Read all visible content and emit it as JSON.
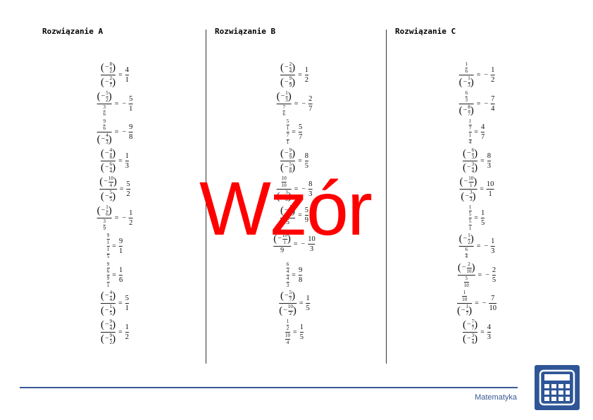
{
  "columns": [
    {
      "title": "Rozwiązanie A",
      "rows": [
        {
          "l": {
            "n": "(−8/2)",
            "d": "(−2/7)"
          },
          "r": {
            "s": "",
            "n": "4",
            "d": "1"
          }
        },
        {
          "l": {
            "n": "(−5/2)",
            "d": "3/6"
          },
          "r": {
            "s": "−",
            "n": "5",
            "d": "1"
          }
        },
        {
          "l": {
            "n": "9/6",
            "d": "(−4/3)"
          },
          "r": {
            "s": "−",
            "n": "9",
            "d": "8"
          }
        },
        {
          "l": {
            "n": "(−4/8)",
            "d": "(−6/4)"
          },
          "r": {
            "s": "",
            "n": "1",
            "d": "3"
          }
        },
        {
          "l": {
            "n": "(−10/4)",
            "d": "(−5/5)"
          },
          "r": {
            "s": "",
            "n": "5",
            "d": "2"
          }
        },
        {
          "l": {
            "n": "(−1/6)",
            "d": "3/9"
          },
          "r": {
            "s": "−",
            "n": "1",
            "d": "2"
          }
        },
        {
          "l": {
            "n": "9/1",
            "d": "1/5"
          },
          "r": {
            "s": "",
            "n": "9",
            "d": "1"
          }
        },
        {
          "l": {
            "n": "9/6",
            "d": "9/1"
          },
          "r": {
            "s": "",
            "n": "1",
            "d": "6"
          }
        },
        {
          "l": {
            "n": "(−4/4)",
            "d": "(−1/5)"
          },
          "r": {
            "s": "",
            "n": "5",
            "d": "1"
          }
        },
        {
          "l": {
            "n": "(−9/4)",
            "d": "(−9/2)"
          },
          "r": {
            "s": "",
            "n": "1",
            "d": "2"
          }
        }
      ]
    },
    {
      "title": "Rozwiązanie B",
      "rows": [
        {
          "l": {
            "n": "(−2/4)",
            "d": "(−9/9)"
          },
          "r": {
            "s": "",
            "n": "1",
            "d": "2"
          }
        },
        {
          "l": {
            "n": "(−1/3)",
            "d": "7/6"
          },
          "r": {
            "s": "−",
            "n": "2",
            "d": "7"
          }
        },
        {
          "l": {
            "n": "5/1",
            "d": "7/1"
          },
          "r": {
            "s": "",
            "n": "5",
            "d": "7"
          }
        },
        {
          "l": {
            "n": "(−9/9)",
            "d": "(−5/8)"
          },
          "r": {
            "s": "",
            "n": "8",
            "d": "5"
          }
        },
        {
          "l": {
            "n": "10/10",
            "d": "(−3/8)"
          },
          "r": {
            "s": "−",
            "n": "8",
            "d": "3"
          }
        },
        {
          "l": {
            "n": "(−1/1)",
            "d": "5"
          },
          "r": {
            "s": "",
            "n": "5",
            "d": "9"
          }
        },
        {
          "l": {
            "n": "(−10/1)",
            "d": "9"
          },
          "r": {
            "s": "−",
            "n": "10",
            "d": "3"
          }
        },
        {
          "l": {
            "n": "6/4",
            "d": "4/3"
          },
          "r": {
            "s": "",
            "n": "9",
            "d": "8"
          }
        },
        {
          "l": {
            "n": "(−5/7)",
            "d": "(−10/2)"
          },
          "r": {
            "s": "",
            "n": "1",
            "d": "5"
          }
        },
        {
          "l": {
            "n": "1/2",
            "d": "10/4"
          },
          "r": {
            "s": "",
            "n": "1",
            "d": "5"
          }
        }
      ]
    },
    {
      "title": "Rozwiązanie C",
      "rows": [
        {
          "l": {
            "n": "1/6",
            "d": "(−1/3)"
          },
          "r": {
            "s": "−",
            "n": "1",
            "d": "2"
          }
        },
        {
          "l": {
            "n": "6/3",
            "d": "(−8/7)"
          },
          "r": {
            "s": "−",
            "n": "7",
            "d": "4"
          }
        },
        {
          "l": {
            "n": "1/7",
            "d": "1/4"
          },
          "r": {
            "s": "",
            "n": "4",
            "d": "7"
          }
        },
        {
          "l": {
            "n": "(−6/3)",
            "d": "(−3/4)"
          },
          "r": {
            "s": "",
            "n": "8",
            "d": "3"
          }
        },
        {
          "l": {
            "n": "(−10/1)",
            "d": "(−3/3)"
          },
          "r": {
            "s": "",
            "n": "10",
            "d": "1"
          }
        },
        {
          "l": {
            "n": "1/5",
            "d": "5/1"
          },
          "r": {
            "s": "",
            "n": "1",
            "d": "5"
          }
        },
        {
          "l": {
            "n": "(−1/2)",
            "d": "6/4"
          },
          "r": {
            "s": "−",
            "n": "1",
            "d": "3"
          }
        },
        {
          "l": {
            "n": "(−2/10)",
            "d": "5/10"
          },
          "r": {
            "s": "−",
            "n": "2",
            "d": "5"
          }
        },
        {
          "l": {
            "n": "1/10",
            "d": "(−1/7)"
          },
          "r": {
            "s": "−",
            "n": "7",
            "d": "10"
          }
        },
        {
          "l": {
            "n": "(−7/7)",
            "d": "(−3/4)"
          },
          "r": {
            "s": "",
            "n": "4",
            "d": "3"
          }
        }
      ]
    }
  ],
  "watermark": "Wzór",
  "footer": {
    "label": "Matematyka",
    "icon": "calculator-icon",
    "accent": "#3a5a96"
  }
}
